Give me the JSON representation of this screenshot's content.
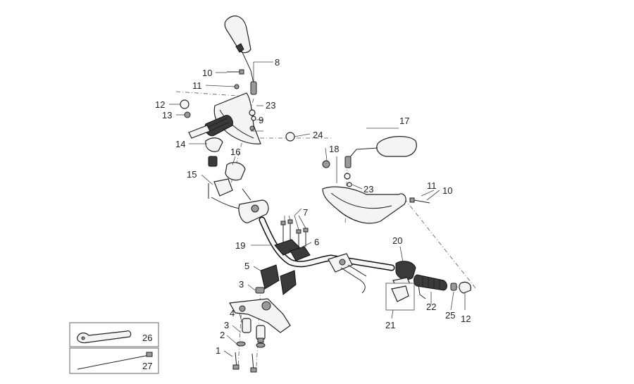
{
  "labels": {
    "p1": "1",
    "p2": "2",
    "p3a": "3",
    "p3b": "3",
    "p4": "4",
    "p5": "5",
    "p6": "6",
    "p7": "7",
    "p8": "8",
    "p9": "9",
    "p10a": "10",
    "p10b": "10",
    "p11a": "11",
    "p11b": "11",
    "p12a": "12",
    "p12b": "12",
    "p13": "13",
    "p14": "14",
    "p15": "15",
    "p16": "16",
    "p17": "17",
    "p18": "18",
    "p19": "19",
    "p20": "20",
    "p21": "21",
    "p22": "22",
    "p23a": "23",
    "p23b": "23",
    "p24": "24",
    "p25": "25",
    "p26": "26",
    "p27": "27"
  }
}
